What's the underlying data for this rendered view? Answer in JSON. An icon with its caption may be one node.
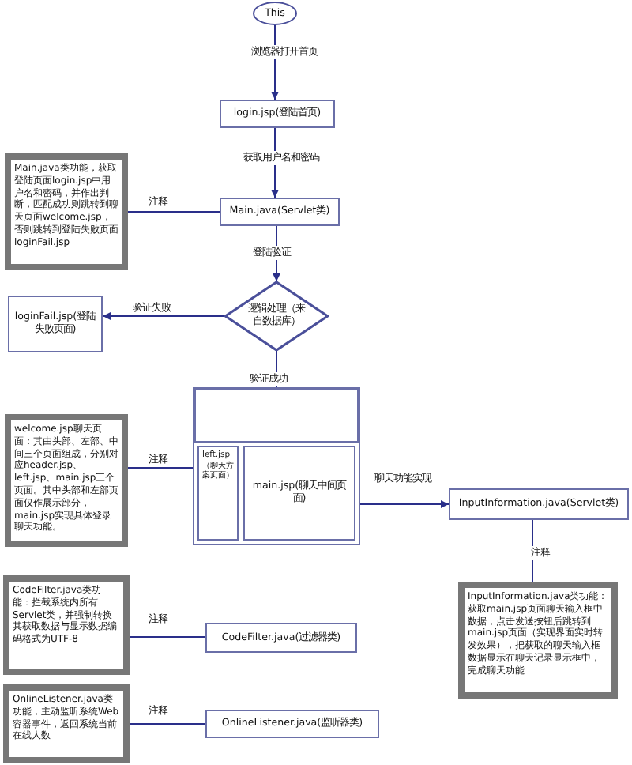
{
  "diagram": {
    "nodes": [
      {
        "text": [
          "This"
        ]
      },
      {
        "text": [
          "login.jsp(登陆首页)"
        ]
      },
      {
        "text": [
          "Main.java(Servlet类)"
        ]
      },
      {
        "text": [
          "Main.java类功能，获取登陆页面login.jsp中用户名和密码，并作出判断，匹配成功则跳转到聊天页面welcome.jsp，否则跳转到登陆失败页面loginFail.jsp"
        ]
      },
      {
        "text": [
          "逻辑处理（来自数据库）"
        ]
      },
      {
        "text": [
          "loginFail.jsp(登陆失败页面)"
        ]
      },
      {
        "text": [],
        "shape": "box"
      },
      {
        "text": [],
        "shape": "box",
        "in": 6
      },
      {
        "text": [
          "left.jsp（聊天方案页面）"
        ],
        "in": 6
      },
      {
        "text": [
          "main.jsp(聊天中间页面)"
        ],
        "in": 6
      },
      {
        "text": [
          "welcome.jsp聊天页面：其由头部、左部、中间三个页面组成，分别对应header.jsp、left.jsp、main.jsp三个页面。其中头部和左部页面仅作展示部分，main.jsp实现具体登录聊天功能。"
        ]
      },
      {
        "text": [
          "InputInformation.java(Servlet类)"
        ]
      },
      {
        "text": [
          "InputInformation.java类功能：获取main.jsp页面聊天输入框中数据，点击发送按钮后跳转到main.jsp页面（实现界面实时转发效果），把获取的聊天输入框数据显示在聊天记录显示框中，完成聊天功能"
        ]
      },
      {
        "text": [
          "CodeFilter.java类功能：拦截系统内所有Servlet类，并强制转换其获取数据与显示数据编码格式为UTF-8"
        ]
      },
      {
        "text": [
          "CodeFilter.java(过滤器类)"
        ]
      },
      {
        "text": [
          "OnlineListener.java类功能，主动监听系统Web容器事件，返回系统当前在线人数"
        ]
      },
      {
        "text": [
          "OnlineListener.java(监听器类)"
        ]
      }
    ],
    "edges": [
      {
        "from": 0,
        "to": 1,
        "arrow": "to",
        "label": "浏览器打开首页"
      },
      {
        "from": 1,
        "to": 2,
        "arrow": "to",
        "label": "获取用户名和密码"
      },
      {
        "from": 3,
        "to": 2,
        "arrow": "none",
        "label": "注释"
      },
      {
        "from": 2,
        "to": 4,
        "arrow": "to",
        "label": "登陆验证"
      },
      {
        "from": 4,
        "to": 5,
        "arrow": "to",
        "label": "验证失败"
      },
      {
        "from": 4,
        "to": 6,
        "arrow": "to",
        "label": "验证成功"
      },
      {
        "from": 10,
        "to": 6,
        "arrow": "none",
        "label": "注释"
      },
      {
        "from": 6,
        "to": 11,
        "arrow": "to",
        "label": "聊天功能实现"
      },
      {
        "from": 11,
        "to": 12,
        "arrow": "none",
        "label": "注释"
      },
      {
        "from": 13,
        "to": 14,
        "arrow": "none",
        "label": "注释"
      },
      {
        "from": 15,
        "to": 16,
        "arrow": "none",
        "label": "注释"
      }
    ]
  }
}
